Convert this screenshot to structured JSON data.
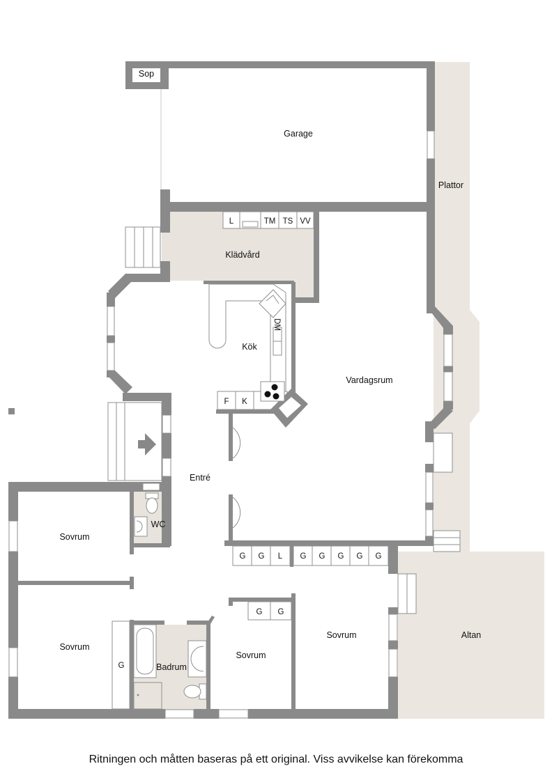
{
  "colors": {
    "wall": "#8a8a8a",
    "floor_highlight": "#e8e3dd",
    "exterior": "#ebe6e0",
    "background": "#ffffff"
  },
  "rooms": {
    "sop": "Sop",
    "garage": "Garage",
    "plattor": "Plattor",
    "kladvard": "Klädvård",
    "kok": "Kök",
    "vardagsrum": "Vardagsrum",
    "entre": "Entré",
    "wc": "WC",
    "sovrum_1": "Sovrum",
    "sovrum_2": "Sovrum",
    "sovrum_3": "Sovrum",
    "sovrum_4": "Sovrum",
    "badrum": "Badrum",
    "altan": "Altan"
  },
  "fixtures": {
    "laundry": [
      "L",
      "TM",
      "TS",
      "VV"
    ],
    "kitchen_dm": "DM",
    "kitchen_f": "F",
    "kitchen_k": "K",
    "closets_hall": [
      "G",
      "G",
      "L",
      "G",
      "G",
      "G",
      "G",
      "G"
    ],
    "closets_bedroom": [
      "G",
      "G"
    ],
    "closet_bedroom_left": "G"
  },
  "disclaimer": "Ritningen och måtten baseras på ett original. Viss avvikelse kan förekomma"
}
